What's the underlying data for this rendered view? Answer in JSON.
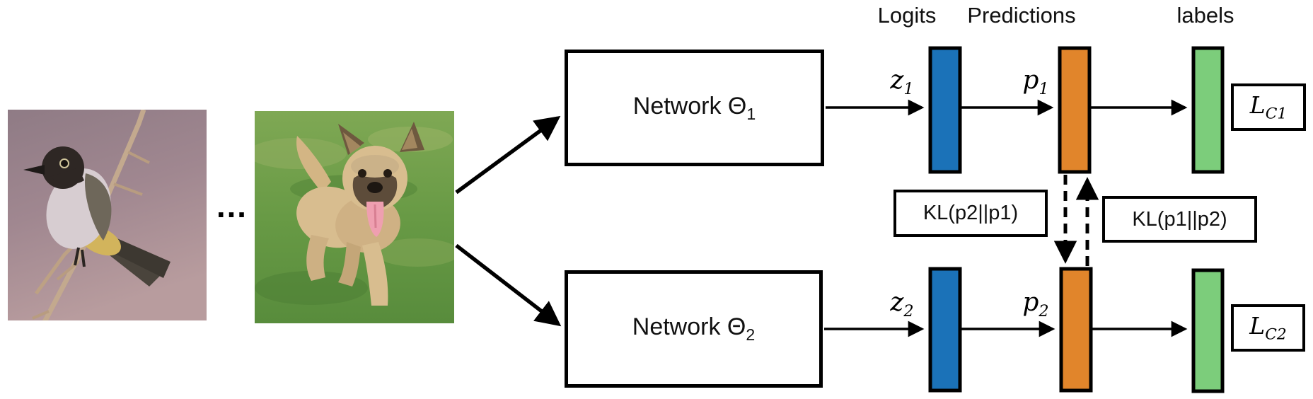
{
  "diagram": {
    "title_row": {
      "logits": "Logits",
      "predictions": "Predictions",
      "labels": "labels"
    },
    "inputs": {
      "bird_alt": "bird perched on branch",
      "ellipsis": "…",
      "dog_alt": "puppy running on grass"
    },
    "networks": {
      "net1": {
        "main": "Network Θ",
        "sub": "1"
      },
      "net2": {
        "main": "Network Θ",
        "sub": "2"
      }
    },
    "flow": {
      "z1": {
        "main": "z",
        "sub": "1"
      },
      "p1": {
        "main": "p",
        "sub": "1"
      },
      "z2": {
        "main": "z",
        "sub": "2"
      },
      "p2": {
        "main": "p",
        "sub": "2"
      }
    },
    "kl": {
      "left": "KL(p2||p1)",
      "right": "KL(p1||p2)"
    },
    "losses": {
      "l1": {
        "main": "L",
        "sub": "C1"
      },
      "l2": {
        "main": "L",
        "sub": "C2"
      }
    },
    "colors": {
      "logits_bar": "#1B72B8",
      "predictions_bar": "#E1852B",
      "labels_bar": "#7CCD7B",
      "outline": "#000000"
    }
  }
}
